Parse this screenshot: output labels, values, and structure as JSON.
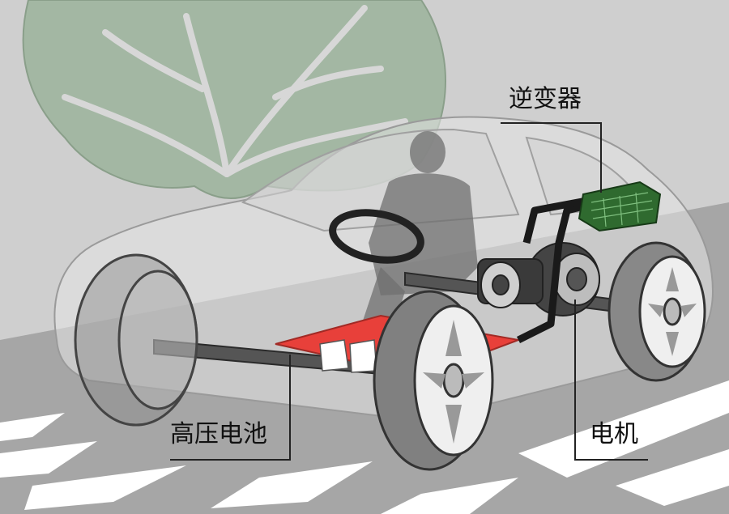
{
  "labels": {
    "inverter": "逆变器",
    "battery": "高压电池",
    "motor": "电机"
  },
  "colors": {
    "background": "#c9c9c9",
    "road": "#a9a9a9",
    "tree": "#9fb39f",
    "battery": "#e8403a",
    "inverter": "#2f6a2f",
    "leader_line": "#222222"
  }
}
